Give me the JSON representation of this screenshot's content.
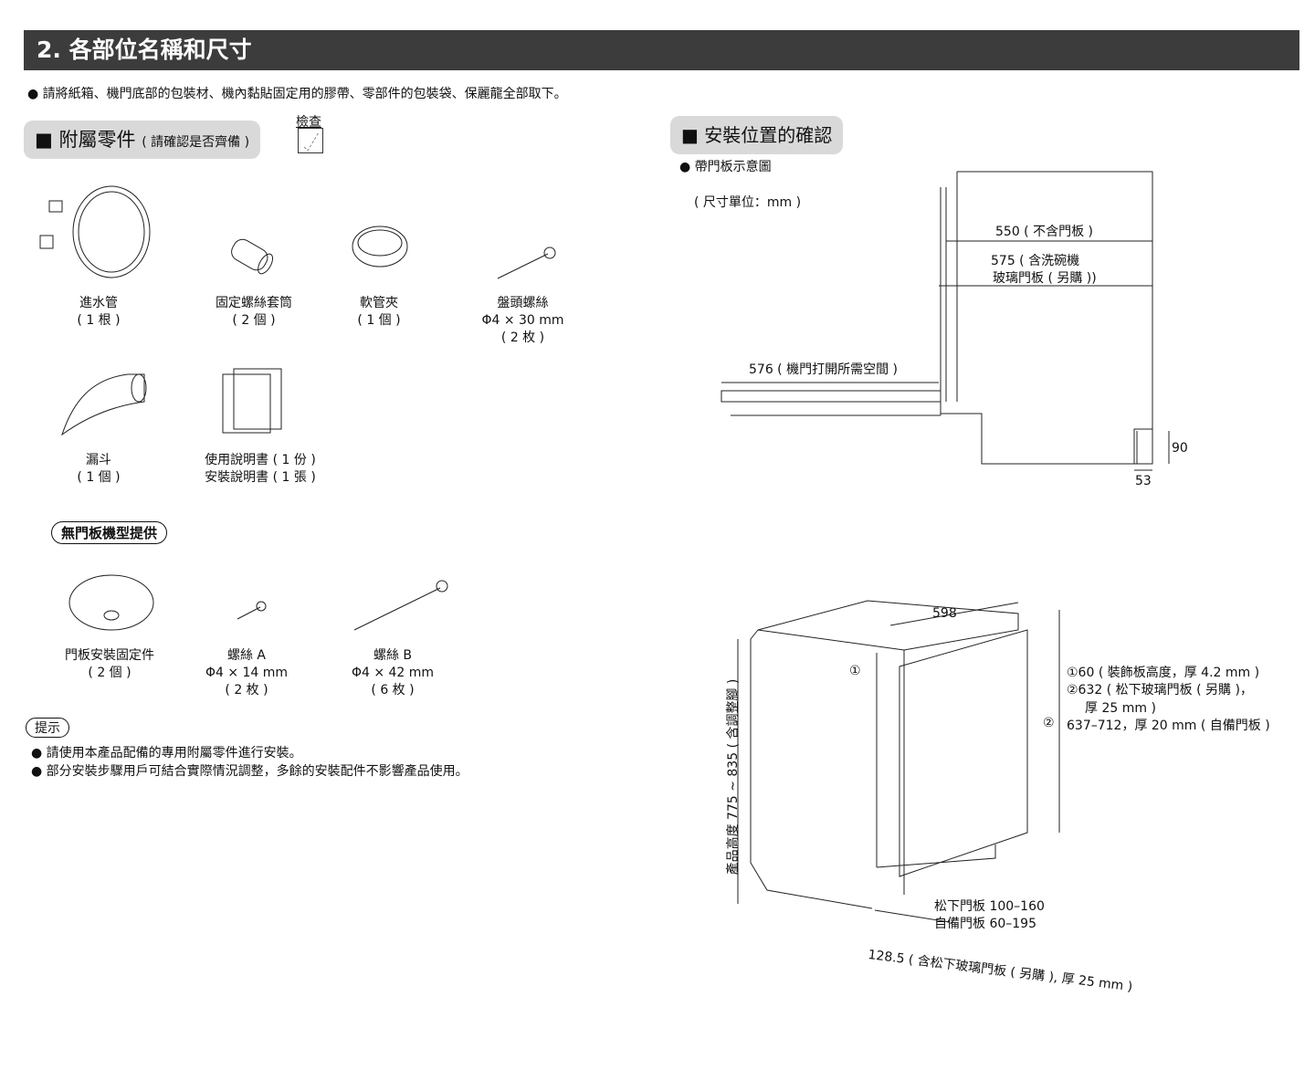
{
  "header": {
    "title": "2. 各部位名稱和尺寸"
  },
  "notice": "● 請將紙箱、機門底部的包裝材、機內黏貼固定用的膠帶、零部件的包裝袋、保麗龍全部取下。",
  "accessories": {
    "title": "■ 附屬零件",
    "subtitle": "( 請確認是否齊備 )",
    "check_label": "檢查",
    "items": [
      {
        "name": "進水管",
        "qty": "( 1 根 )"
      },
      {
        "name": "固定螺絲套筒",
        "qty": "( 2 個 )"
      },
      {
        "name": "軟管夾",
        "qty": "( 1 個 )"
      },
      {
        "name": "盤頭螺絲",
        "spec": "Φ4 × 30 mm",
        "qty": "( 2 枚 )"
      },
      {
        "name": "漏斗",
        "qty": "( 1 個 )"
      },
      {
        "name": "使用說明書 ( 1 份 )",
        "qty": "安裝說明書 ( 1 張 )"
      }
    ]
  },
  "no_panel": {
    "badge": "無門板機型提供",
    "items": [
      {
        "name": "門板安裝固定件",
        "qty": "( 2 個 )"
      },
      {
        "name": "螺絲 A",
        "spec": "Φ4 × 14 mm",
        "qty": "( 2 枚 )"
      },
      {
        "name": "螺絲 B",
        "spec": "Φ4 × 42 mm",
        "qty": "( 6 枚 )"
      }
    ]
  },
  "tips": {
    "badge": "提示",
    "lines": [
      "● 請使用本產品配備的專用附屬零件進行安裝。",
      "● 部分安裝步驟用戶可結合實際情況調整，多餘的安裝配件不影響產品使用。"
    ]
  },
  "install": {
    "title": "■ 安裝位置的確認",
    "diagram_label": "● 帶門板示意圖",
    "unit": "( 尺寸單位：mm )",
    "dims": {
      "d550": "550 ( 不含門板 )",
      "d575a": "575 ( 含洗碗機",
      "d575b": "玻璃門板 ( 另購 ))",
      "d576": "576 ( 機門打開所需空間 )",
      "d90": "90",
      "d53": "53",
      "d598": "598",
      "circle1": "①",
      "circle2": "②",
      "height": "產品高度 775 ~ 835 ( 含調整腳 )",
      "note1": "①60 ( 裝飾板高度，厚 4.2 mm )",
      "note2a": "②632 ( 松下玻璃門板 ( 另購 )，",
      "note2b": "厚 25 mm )",
      "note3": "637–712，厚 20 mm ( 自備門板 )",
      "kick1": "松下門板 100–160",
      "kick2": "自備門板 60–195",
      "bottom": "128.5 ( 含松下玻璃門板 ( 另購 ), 厚 25 mm )"
    }
  }
}
